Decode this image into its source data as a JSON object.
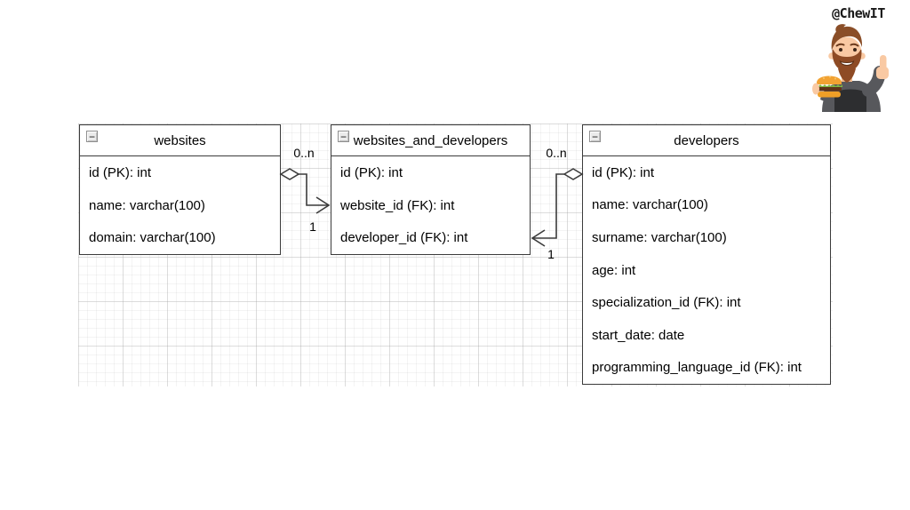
{
  "brand": {
    "handle": "@ChewIT",
    "mascot_icon": "bearded-man-holding-burger-thumbs-up-icon"
  },
  "icons": {
    "collapse": {
      "name": "minus-square-icon",
      "glyph": "−"
    }
  },
  "colors": {
    "table_border": "#3b3b3b",
    "connector": "#3b3b3b",
    "canvas_grid": "#e9e9e9",
    "background": "#ffffff",
    "mascot_sweater": "#57585c",
    "mascot_sweater_panel": "#2d2e30",
    "mascot_skin": "#f9c9a3",
    "mascot_hair": "#8a4e28",
    "burger_bun": "#f2a232",
    "burger_lettuce": "#7fb543"
  },
  "diagram": {
    "tables": [
      {
        "name": "websites",
        "columns": [
          "id (PK): int",
          "name: varchar(100)",
          "domain: varchar(100)"
        ]
      },
      {
        "name": "websites_and_developers",
        "columns": [
          "id (PK): int",
          "website_id (FK): int",
          "developer_id (FK): int"
        ]
      },
      {
        "name": "developers",
        "columns": [
          "id (PK): int",
          "name: varchar(100)",
          "surname: varchar(100)",
          "age: int",
          "specialization_id (FK): int",
          "start_date: date",
          "programming_language_id (FK): int"
        ]
      }
    ],
    "relationships": [
      {
        "from": "websites",
        "to": "websites_and_developers",
        "many_label": "0..n",
        "one_label": "1"
      },
      {
        "from": "developers",
        "to": "websites_and_developers",
        "many_label": "0..n",
        "one_label": "1"
      }
    ]
  }
}
